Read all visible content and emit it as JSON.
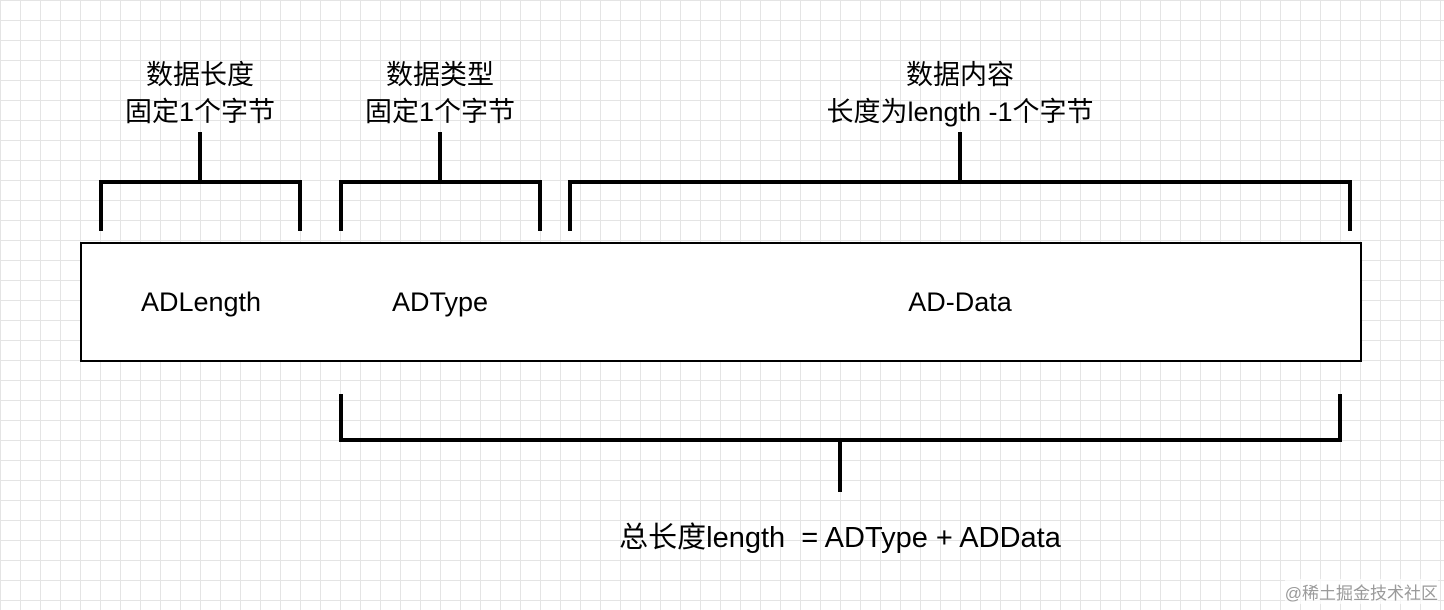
{
  "segments": [
    {
      "id": "ad-length",
      "label": "ADLength",
      "caption_line1": "数据长度",
      "caption_line2": "固定1个字节"
    },
    {
      "id": "ad-type",
      "label": "ADType",
      "caption_line1": "数据类型",
      "caption_line2": "固定1个字节"
    },
    {
      "id": "ad-data",
      "label": "AD-Data",
      "caption_line1": "数据内容",
      "caption_line2": "长度为length -1个字节"
    }
  ],
  "total_label": "总长度length  = ADType + ADData",
  "watermark": "@稀土掘金技术社区",
  "colors": {
    "stroke": "#000000",
    "grid": "#e4e4e4",
    "background": "#ffffff"
  }
}
